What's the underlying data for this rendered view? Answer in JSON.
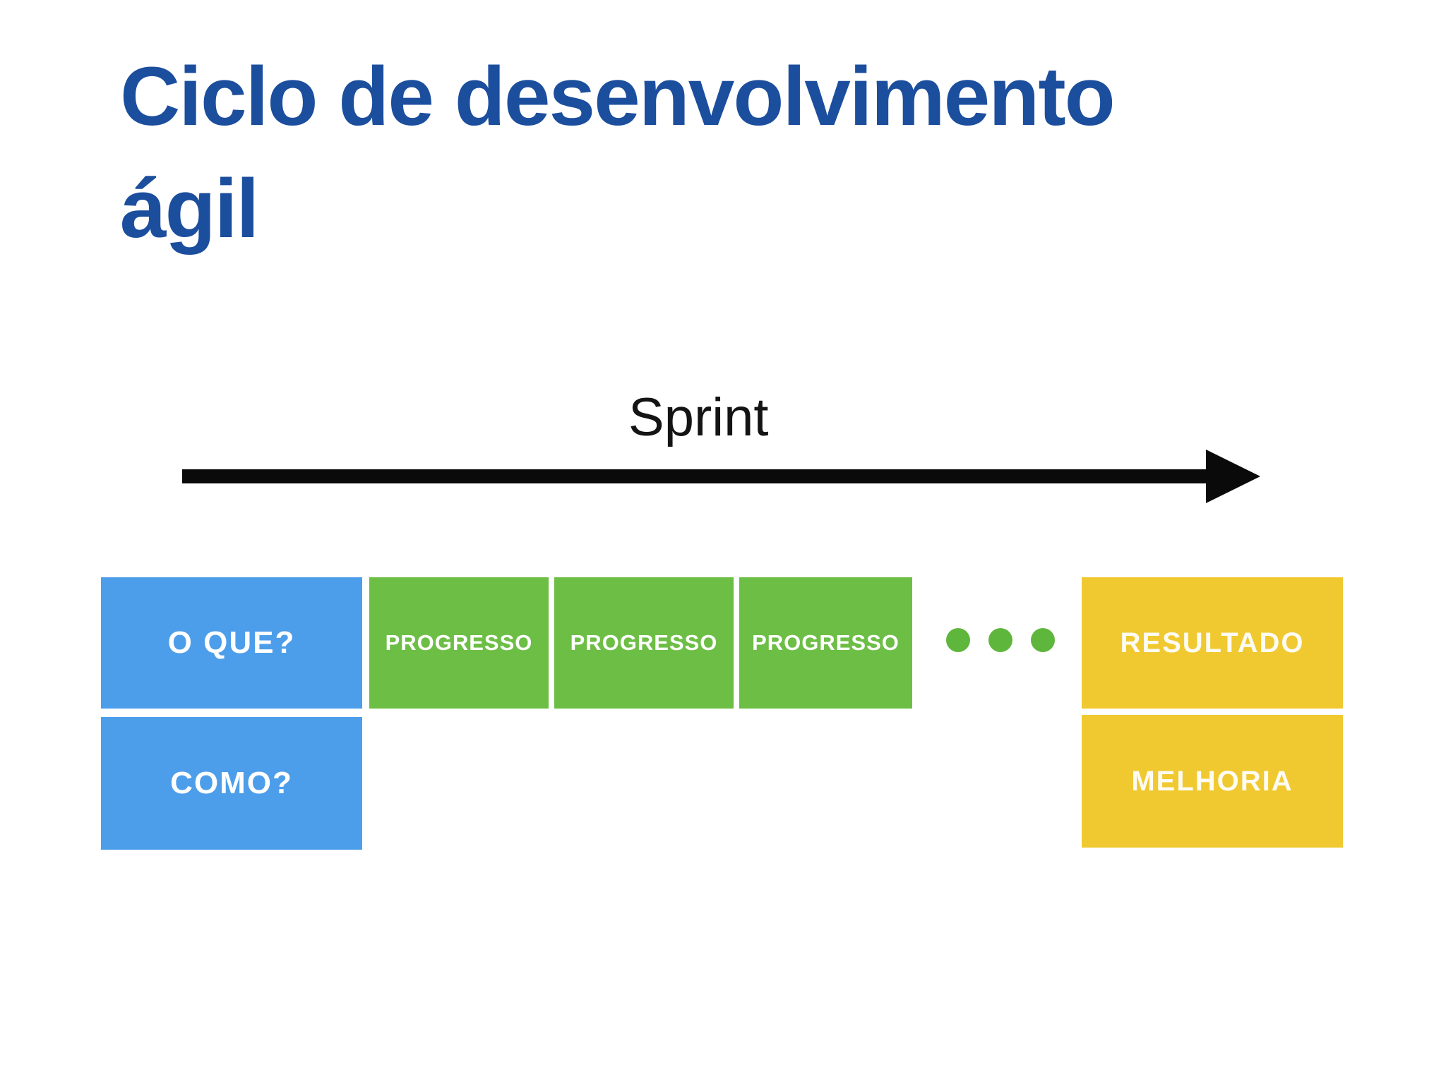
{
  "slide": {
    "title": {
      "lines": [
        "Ciclo de desenvolvimento",
        "ágil"
      ],
      "full_text": "Ciclo de desenvolvimento ágil"
    },
    "timeline": {
      "label": "Sprint"
    },
    "boxes": {
      "o_que": "O QUE?",
      "progresso": [
        "PROGRESSO",
        "PROGRESSO",
        "PROGRESSO"
      ],
      "resultado": "RESULTADO",
      "como": "COMO?",
      "melhoria": "MELHORIA"
    },
    "ellipsis": {
      "dot_count": 3
    },
    "colors": {
      "title_blue": "#1C4E9E",
      "box_blue": "#4D9EEA",
      "box_green": "#6DBE45",
      "box_yellow": "#F0C930",
      "dot_green": "#5FB63C",
      "arrow_black": "#0A0A0A",
      "background": "#FFFFFF"
    }
  }
}
